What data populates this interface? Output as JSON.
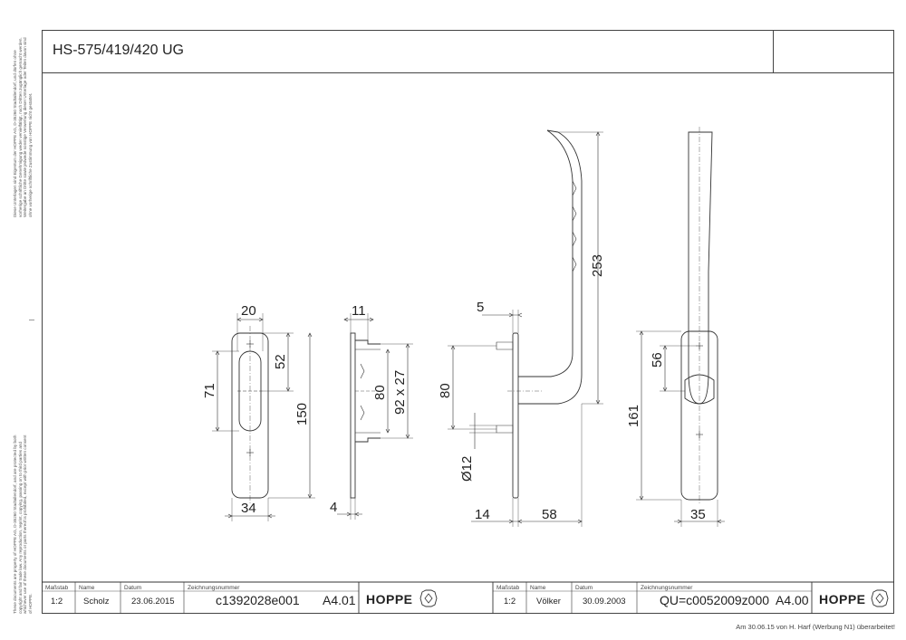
{
  "title": "HS-575/419/420 UG",
  "side_note_top": "Diese Unterlagen sind Eigentum der HOPPE AG, D-35260 Stadtallendorf, und dürfen ohne vorherige schriftliche Genehmigung weder vervielfältigt, noch Dritten zugänglich gemacht werden. Weitergabe an Dritte sowie jedwede sonstige Verwertung dieser Unterlage oder Teilen davon sind ohne vorherige schriftliche Zustimmung von HOPPE nicht gestattet.",
  "side_note_bottom": "These documents are property of HOPPE AG, D-35260 Stadtallendorf, and are protected by both copyright and fair trade law. Any reproduction, reprint, copying, passing on to third parties and whichever use of these documents or parts thereof is prohibited, except with prior written consent of HOPPE.",
  "footer_note": "Am 30.06.15 von H. Harf (Werbung N1) überarbeitet!",
  "title_blocks": [
    {
      "labels": {
        "scale": "Maßstab",
        "name": "Name",
        "date": "Datum",
        "drawing_no": "Zeichnungsnummer"
      },
      "scale": "1:2",
      "name": "Scholz",
      "date": "23.06.2015",
      "drawing_no": "c1392028e001",
      "format": "A4.01",
      "brand": "HOPPE"
    },
    {
      "labels": {
        "scale": "Maßstab",
        "name": "Name",
        "date": "Datum",
        "drawing_no": "Zeichnungsnummer"
      },
      "scale": "1:2",
      "name": "Völker",
      "date": "30.09.2003",
      "drawing_no": "QU=c0052009z000",
      "format": "A4.00",
      "brand": "HOPPE"
    }
  ],
  "dimensions": {
    "rose_width_top": "20",
    "rose_slot_height": "71",
    "rose_hole_spacing": "52",
    "rose_height": "150",
    "rose_width": "34",
    "side_depth": "11",
    "side_spacing": "80",
    "side_screw": "92 x 27",
    "side_thickness": "4",
    "handle_gap": "5",
    "handle_spacing": "80",
    "handle_diameter": "Ø12",
    "handle_base": "14",
    "handle_projection": "58",
    "handle_length": "253",
    "front_hole": "56",
    "front_height": "161",
    "front_width": "35"
  }
}
